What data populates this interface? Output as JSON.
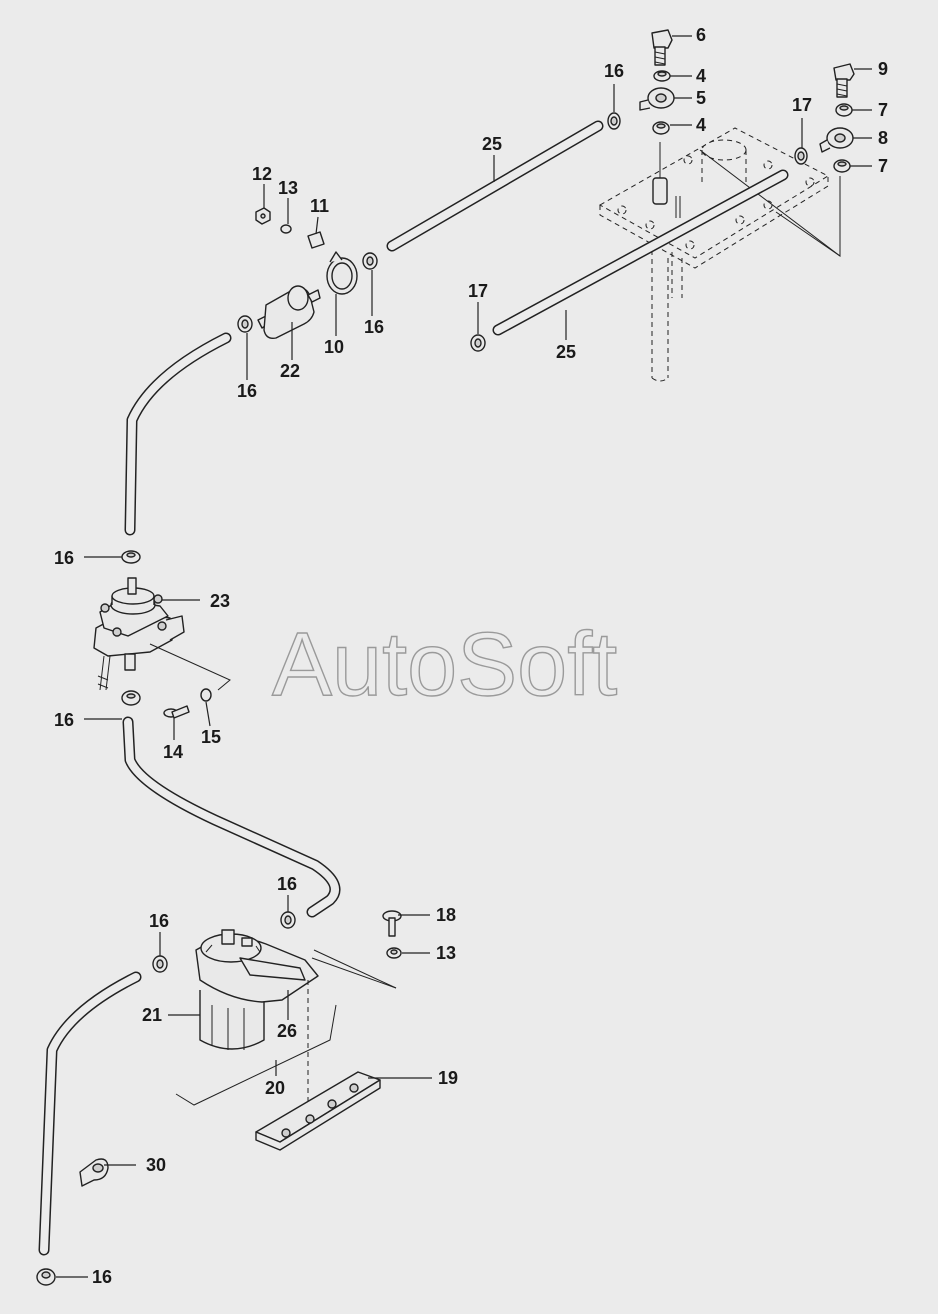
{
  "watermark": "AutoSoft",
  "callouts": {
    "c6": "6",
    "c4a": "4",
    "c5": "5",
    "c4b": "4",
    "c9": "9",
    "c7a": "7",
    "c8": "8",
    "c7b": "7",
    "c16a": "16",
    "c17a": "17",
    "c25a": "25",
    "c12": "12",
    "c13a": "13",
    "c11": "11",
    "c10": "10",
    "c16b": "16",
    "c22": "22",
    "c16c": "16",
    "c17b": "17",
    "c25b": "25",
    "c16d": "16",
    "c23": "23",
    "c16e": "16",
    "c14": "14",
    "c15": "15",
    "c16f": "16",
    "c18": "18",
    "c16g": "16",
    "c13b": "13",
    "c21": "21",
    "c26": "26",
    "c20": "20",
    "c19": "19",
    "c30": "30",
    "c16h": "16"
  }
}
